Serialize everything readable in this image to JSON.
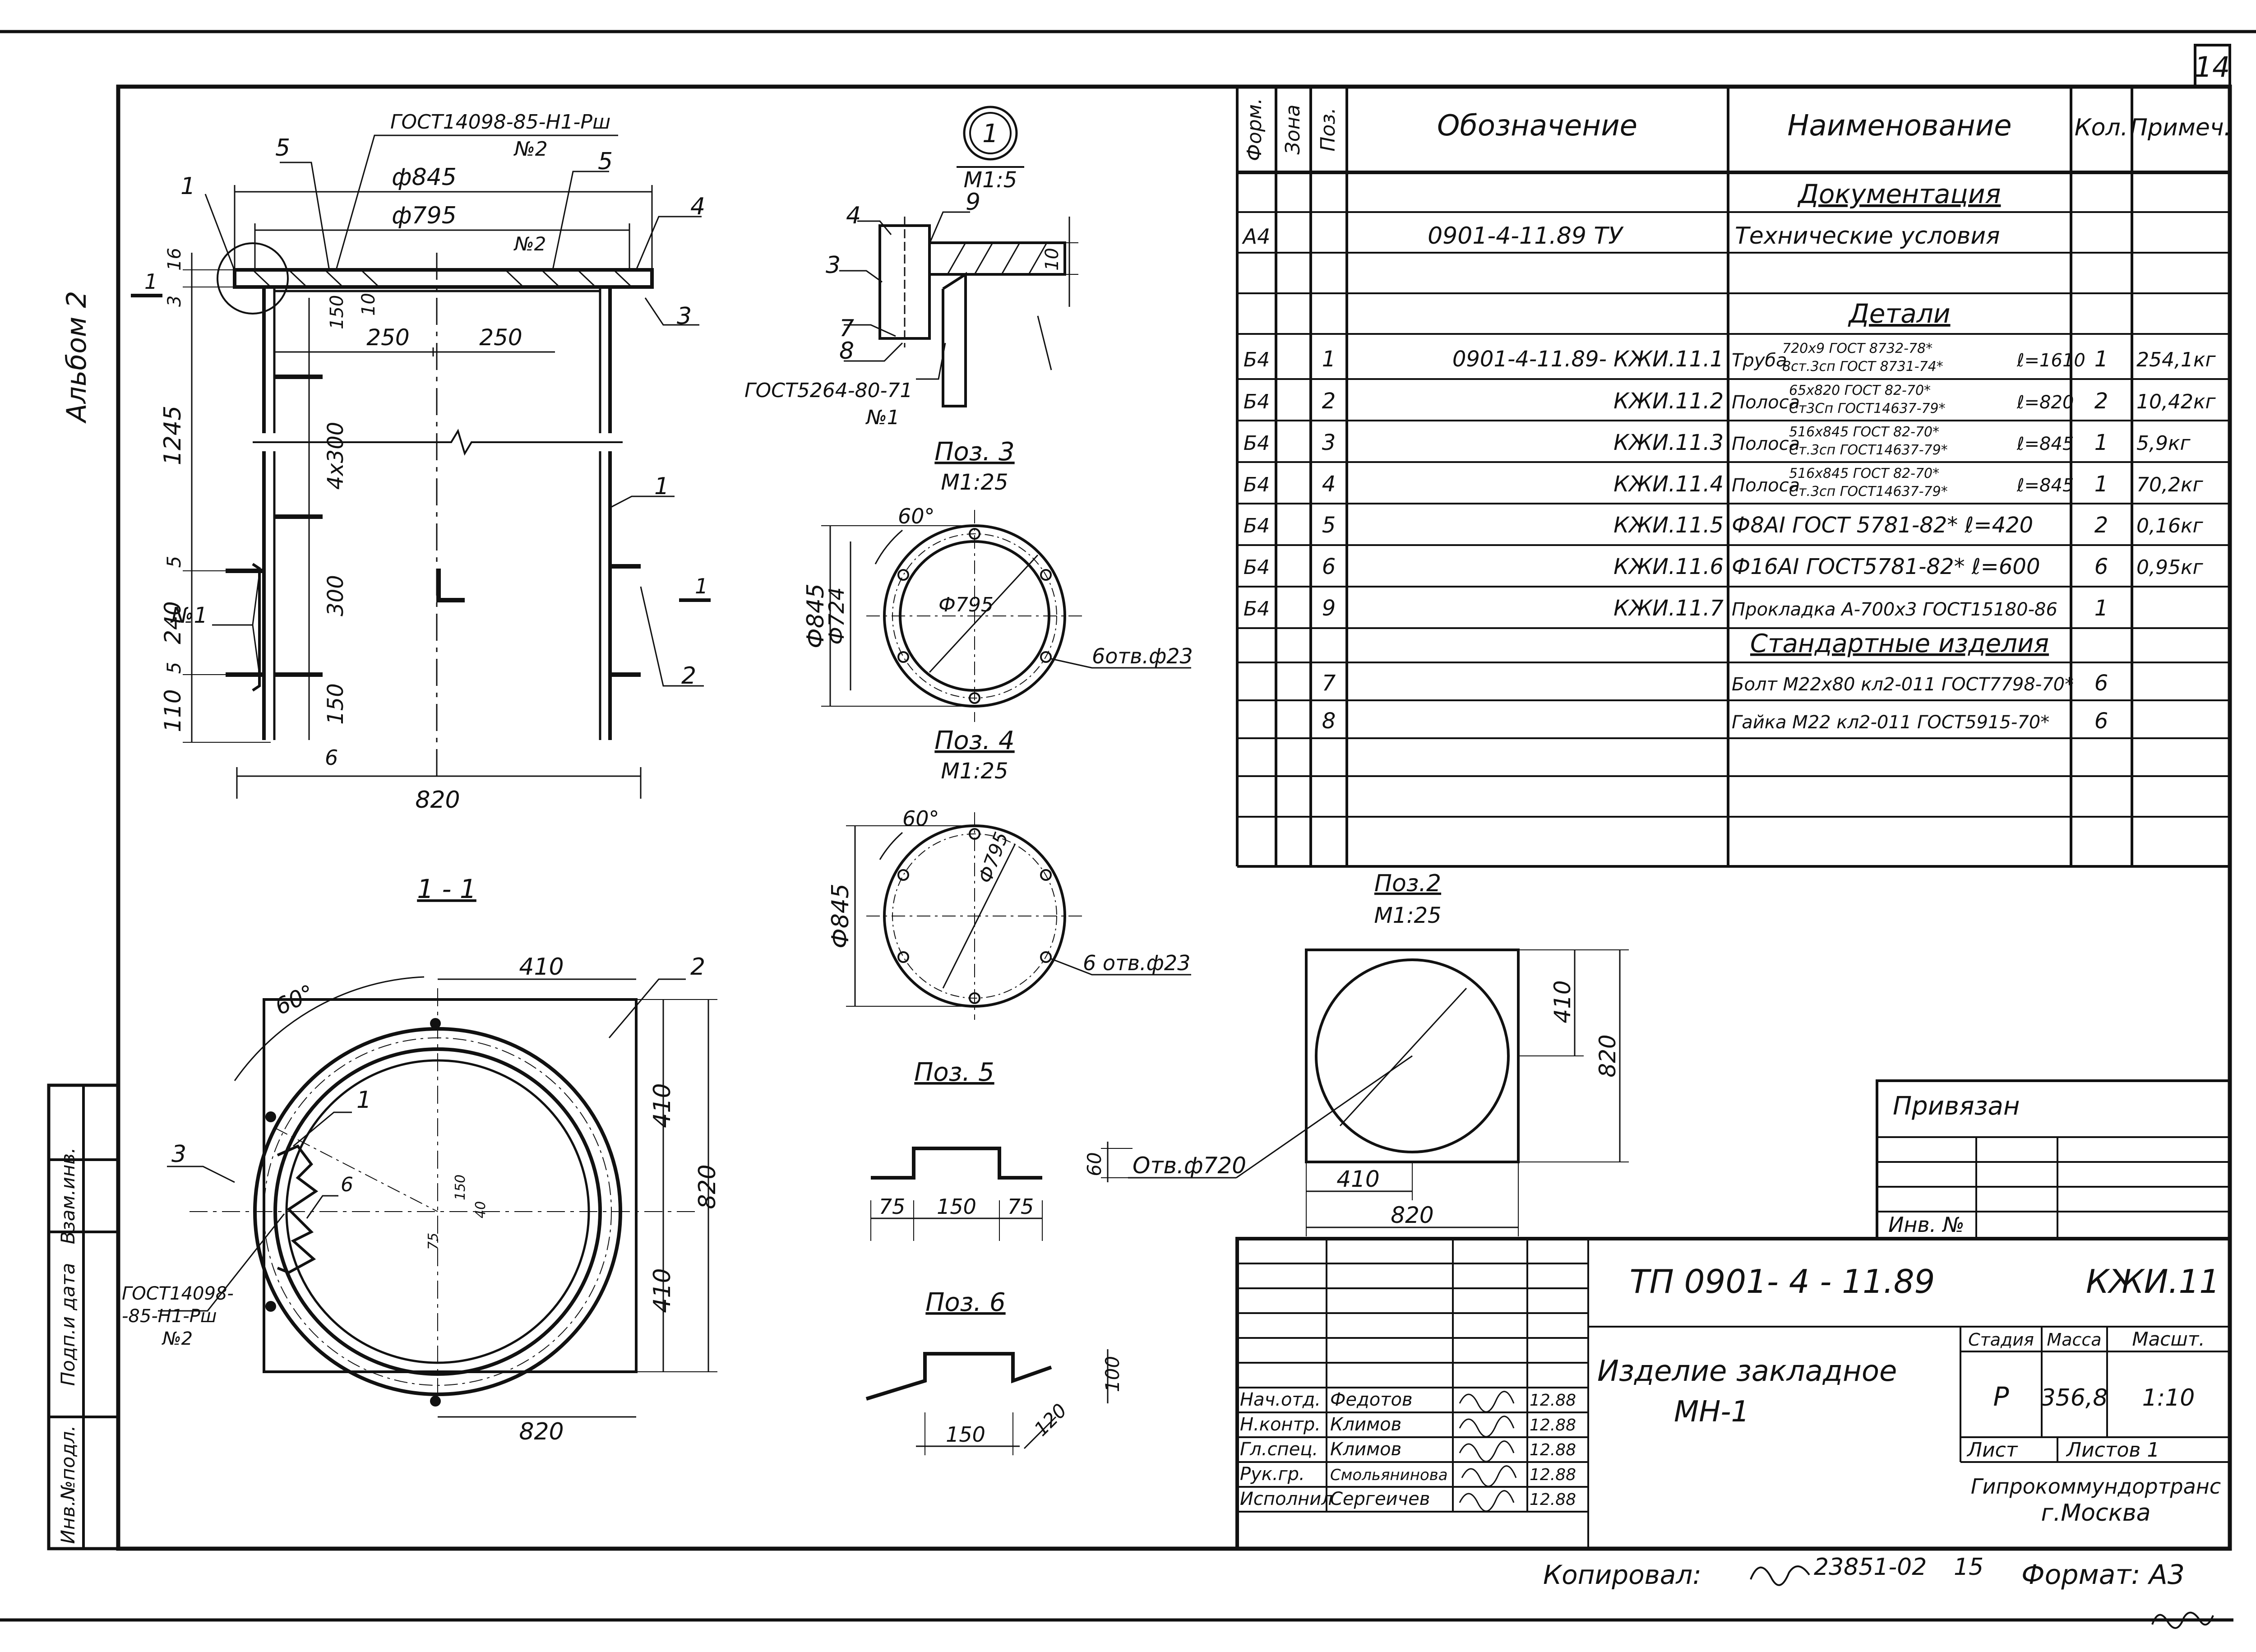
{
  "sheet": {
    "page_number": "14",
    "album": "Альбом 2",
    "copied": "Копировал:",
    "order_no": "23851-02",
    "order_sheet": "15",
    "format": "Формат: А3"
  },
  "spec": {
    "headers": [
      "Форм.",
      "Зона",
      "Поз.",
      "Обозначение",
      "Наименование",
      "Кол.",
      "Примеч."
    ],
    "sections": {
      "documentation": "Документация",
      "parts": "Детали",
      "standard": "Стандартные изделия"
    },
    "doc_row": {
      "format": "А4",
      "designation": "0901-4-11.89     ТУ",
      "name": "Технические условия"
    },
    "rows": [
      {
        "format": "Б4",
        "pos": "1",
        "designation": "0901-4-11.89- КЖИ.11.1",
        "name_prefix": "Труба",
        "name_top": "720х9 ГОСТ 8732-78*",
        "name_bottom": "8ст.3сп ГОСТ 8731-74*",
        "name_suffix": "ℓ=1610",
        "qty": "1",
        "note": "254,1кг"
      },
      {
        "format": "Б4",
        "pos": "2",
        "designation": "КЖИ.11.2",
        "name_prefix": "Полоса",
        "name_top": "65х820 ГОСТ 82-70*",
        "name_bottom": "Ст3Сп ГОСТ14637-79*",
        "name_suffix": "ℓ=820",
        "qty": "2",
        "note": "10,42кг"
      },
      {
        "format": "Б4",
        "pos": "3",
        "designation": "КЖИ.11.3",
        "name_prefix": "Полоса",
        "name_top": "516х845 ГОСТ 82-70*",
        "name_bottom": "Ст.3сп ГОСТ14637-79*",
        "name_suffix": "ℓ=845",
        "qty": "1",
        "note": "5,9кг"
      },
      {
        "format": "Б4",
        "pos": "4",
        "designation": "КЖИ.11.4",
        "name_prefix": "Полоса",
        "name_top": "516х845 ГОСТ 82-70*",
        "name_bottom": "Ст.3сп ГОСТ14637-79*",
        "name_suffix": "ℓ=845",
        "qty": "1",
        "note": "70,2кг"
      },
      {
        "format": "Б4",
        "pos": "5",
        "designation": "КЖИ.11.5",
        "name": "Ф8АI ГОСТ 5781-82* ℓ=420",
        "qty": "2",
        "note": "0,16кг"
      },
      {
        "format": "Б4",
        "pos": "6",
        "designation": "КЖИ.11.6",
        "name": "Ф16АI ГОСТ5781-82* ℓ=600",
        "qty": "6",
        "note": "0,95кг"
      },
      {
        "format": "Б4",
        "pos": "9",
        "designation": "КЖИ.11.7",
        "name": "Прокладка  А-700х3 ГОСТ15180-86",
        "qty": "1",
        "note": ""
      }
    ],
    "std_rows": [
      {
        "pos": "7",
        "name": "Болт М22х80 кл2-011 ГОСТ7798-70*",
        "qty": "6"
      },
      {
        "pos": "8",
        "name": "Гайка М22 кл2-011 ГОСТ5915-70*",
        "qty": "6"
      }
    ]
  },
  "main_view": {
    "gost_note_1": "ГОСТ14098-85-Н1-Рш",
    "gost_note_1b": "№2",
    "d845": "ф845",
    "d795": "ф795",
    "n2": "№2",
    "d250a": "250",
    "d250b": "250",
    "d150": "150",
    "d10": "10",
    "d16": "16",
    "d3": "3",
    "d1245": "1245",
    "d5a": "5",
    "d240": "240",
    "d5b": "5",
    "d110": "110",
    "d4x300": "4х300",
    "d300": "300",
    "d150b": "150",
    "d820": "820",
    "d6": "6",
    "n1": "№1",
    "cut_left": "1",
    "cut_right": "1",
    "callouts": [
      "1",
      "5",
      "5",
      "4",
      "3",
      "1",
      "2"
    ]
  },
  "section_11": {
    "title": "1 - 1",
    "angle": "60°",
    "d410_top": "410",
    "d410_r1": "410",
    "d410_r2": "410",
    "d820_right": "820",
    "d820_bottom": "820",
    "d150": "150",
    "d40": "40",
    "d75": "75",
    "callout_1": "1",
    "callout_2": "2",
    "callout_3": "3",
    "callout_6": "6",
    "gost": "ГОСТ14098-",
    "gost2": "-85-Н1-Рш",
    "gost3": "№2"
  },
  "node1": {
    "number": "1",
    "scale": "М1:5",
    "callouts": [
      "4",
      "9",
      "3",
      "7",
      "8"
    ],
    "d10": "10",
    "gost": "ГОСТ5264-80-71",
    "n1": "№1"
  },
  "pos3": {
    "title": "Поз. 3",
    "scale": "М1:25",
    "angle": "60°",
    "d845": "Ф845",
    "d724": "Ф724",
    "d795": "Ф795",
    "holes": "6отв.ф23"
  },
  "pos4": {
    "title": "Поз. 4",
    "scale": "М1:25",
    "angle": "60°",
    "d845": "Ф845",
    "d795": "Ф795",
    "holes": "6 отв.ф23"
  },
  "pos5": {
    "title": "Поз. 5",
    "d60": "60",
    "d75a": "75",
    "d150": "150",
    "d75b": "75"
  },
  "pos6": {
    "title": "Поз. 6",
    "d100": "100",
    "d150": "150",
    "d120": "120"
  },
  "pos2": {
    "title": "Поз.2",
    "scale": "М1:25",
    "d410": "410",
    "d820": "820",
    "d410b": "410",
    "d820b": "820",
    "hole": "Отв.ф720"
  },
  "side_stamp": [
    "Инв.№подл.",
    "Подп.и дата",
    "Взам.инв."
  ],
  "privyazan": {
    "title": "Привязан",
    "inv": "Инв. №"
  },
  "title_block": {
    "doc_code": "ТП  0901- 4 - 11.89",
    "mark": "КЖИ.11",
    "name_line1": "Изделие закладное",
    "name_line2": "МН-1",
    "stage_label": "Стадия",
    "mass_label": "Масса",
    "scale_label": "Масшт.",
    "stage": "Р",
    "mass": "356,8",
    "scale": "1:10",
    "sheet_label": "Лист",
    "sheets_label": "Листов 1",
    "org1": "Гипрокоммундортранс",
    "org2": "г.Москва",
    "signers": [
      {
        "role": "Нач.отд.",
        "name": "Федотов",
        "date": "12.88"
      },
      {
        "role": "Н.контр.",
        "name": "Климов",
        "date": "12.88"
      },
      {
        "role": "Гл.спец.",
        "name": "Климов",
        "date": "12.88"
      },
      {
        "role": "Рук.гр.",
        "name": "Смольянинова",
        "date": "12.88"
      },
      {
        "role": "Исполнил",
        "name": "Сергеичев",
        "date": "12.88"
      }
    ]
  }
}
